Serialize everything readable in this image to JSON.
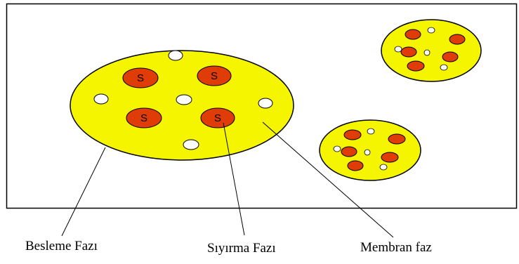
{
  "labels": {
    "feed_phase": "Besleme Fazı",
    "stripping_phase": "Sıyırma Fazı",
    "membrane_phase": "Membran faz"
  },
  "droplet_letter": "S",
  "colors": {
    "membrane_fill": "#f5f500",
    "stripping_fill": "#e03c08",
    "feed_drop_fill": "#ffffff",
    "outline": "#000000",
    "background": "#ffffff"
  }
}
